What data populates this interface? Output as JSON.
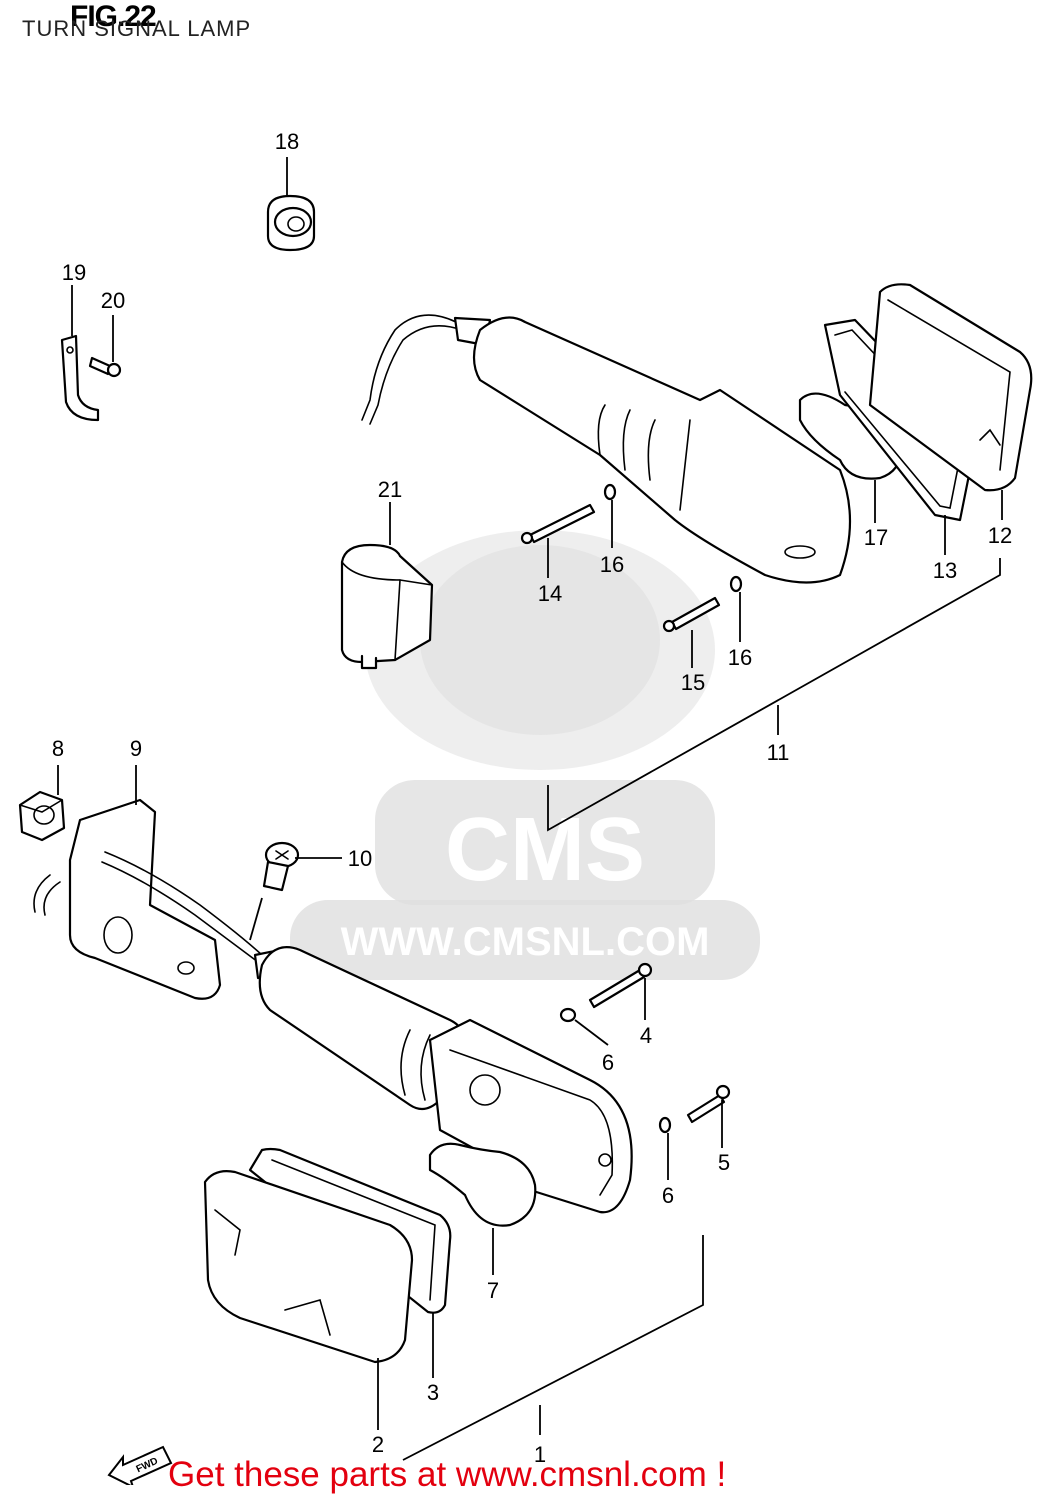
{
  "figure": {
    "title": "FIG.22",
    "subtitle": "TURN SIGNAL LAMP"
  },
  "watermark": {
    "brand": "CMS",
    "url": "WWW.CMSNL.COM"
  },
  "callouts": [
    "1",
    "2",
    "3",
    "4",
    "5",
    "6",
    "6",
    "7",
    "8",
    "9",
    "10",
    "11",
    "12",
    "13",
    "14",
    "15",
    "16",
    "16",
    "17",
    "18",
    "19",
    "20",
    "21"
  ],
  "direction_badge": "FWD",
  "footer": {
    "cta": "Get these parts at www.cmsnl.com !"
  },
  "colors": {
    "line_art": "#000000",
    "cta_text": "#e3000f",
    "watermark": "#dcdcdc"
  }
}
